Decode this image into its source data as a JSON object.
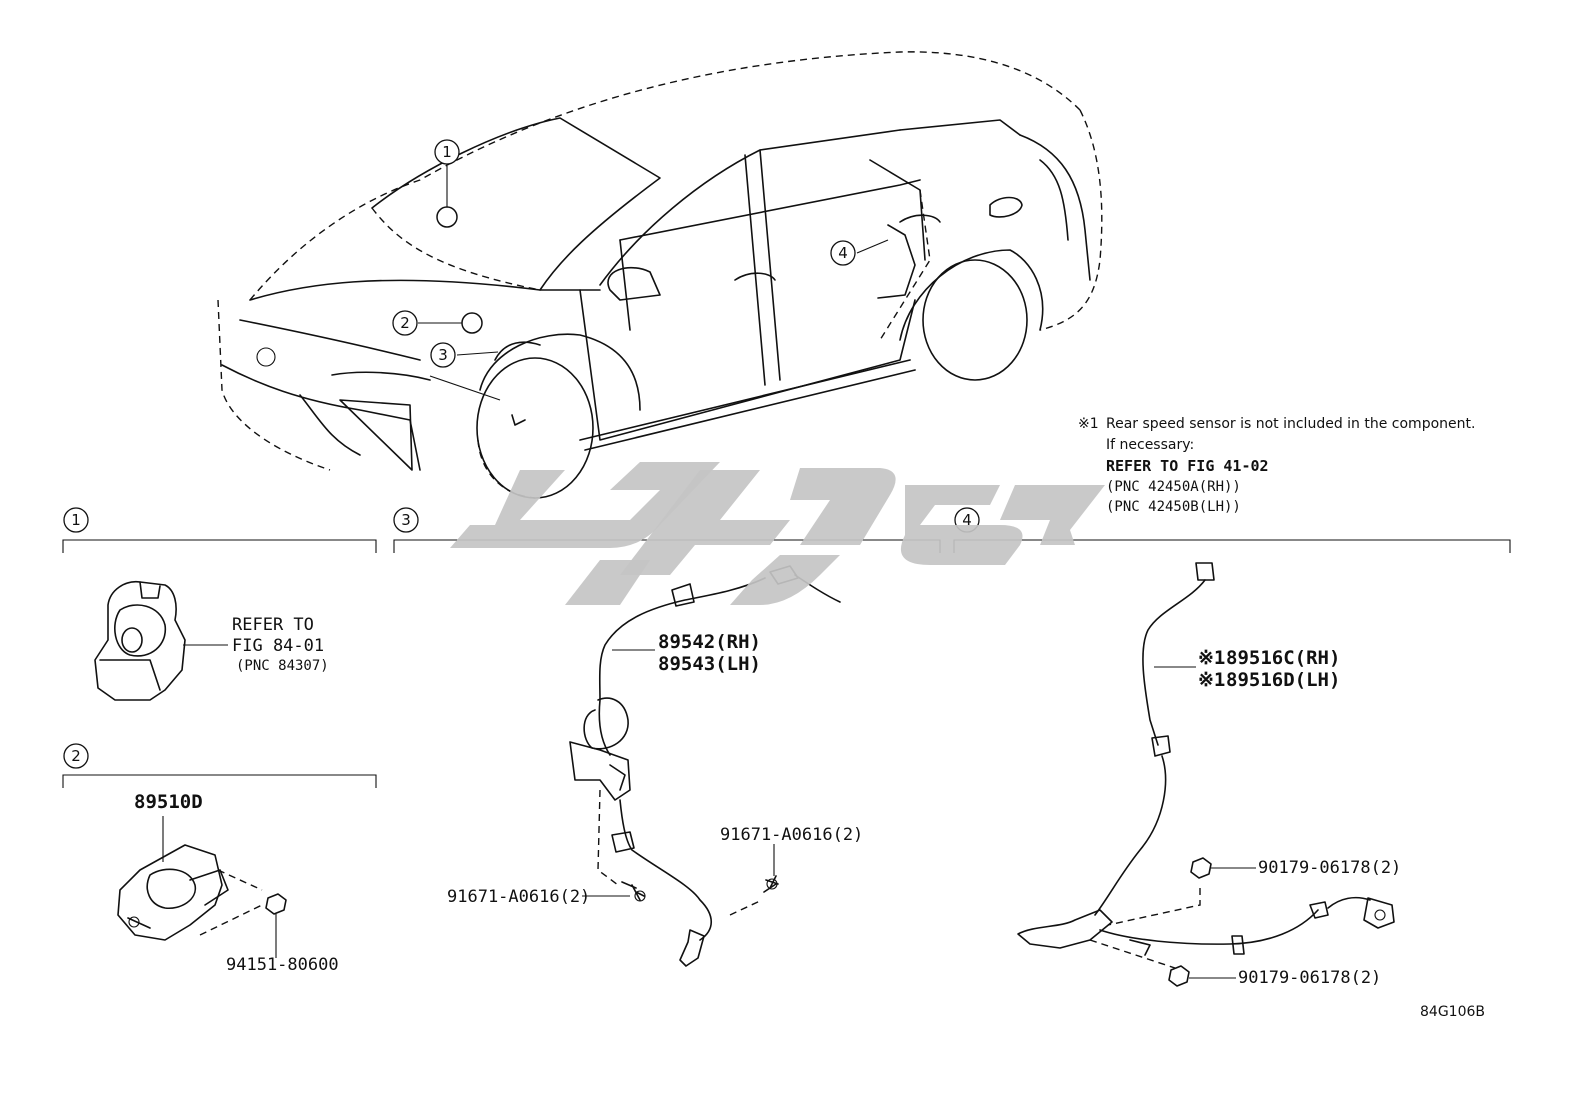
{
  "callouts": [
    "1",
    "2",
    "3",
    "4"
  ],
  "note": {
    "marker": "※1",
    "line1": "Rear speed sensor is not included in the component.",
    "line2": "If necessary:",
    "line3": "REFER TO FIG 41-02",
    "line4": "(PNC 42450A(RH))",
    "line5": "(PNC 42450B(LH))"
  },
  "section1": {
    "refer_line1": "REFER TO",
    "refer_line2": "FIG 84-01",
    "refer_line3": "(PNC 84307)"
  },
  "section2": {
    "part_main": "89510D",
    "part_nut": "94151-80600"
  },
  "section3": {
    "part_rh": "89542(RH)",
    "part_lh": "89543(LH)",
    "bolt_left": "91671-A0616(2)",
    "bolt_right": "91671-A0616(2)"
  },
  "section4": {
    "marker": "※1",
    "part_rh": "89516C(RH)",
    "part_lh": "89516D(LH)",
    "clip_top": "90179-06178(2)",
    "clip_bottom": "90179-06178(2)"
  },
  "diagram_code": "84G106B"
}
